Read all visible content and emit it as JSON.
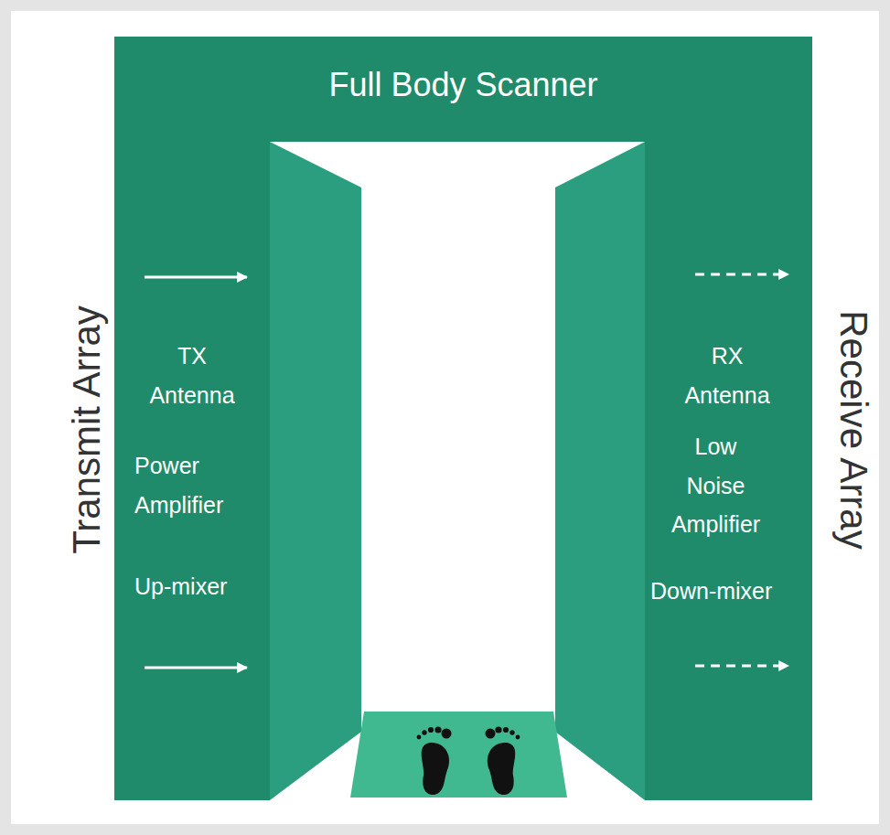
{
  "diagram": {
    "nodes": [
      {
        "text": [
          "Full Body Scanner"
        ]
      },
      {
        "text": [
          "Transmit Array",
          "TX Antenna",
          "Power Amplifier",
          "Up-mixer"
        ]
      },
      {
        "text": [
          "Receive Array",
          "RX Antenna",
          "Low Noise Amplifier",
          "Down-mixer"
        ]
      }
    ]
  }
}
